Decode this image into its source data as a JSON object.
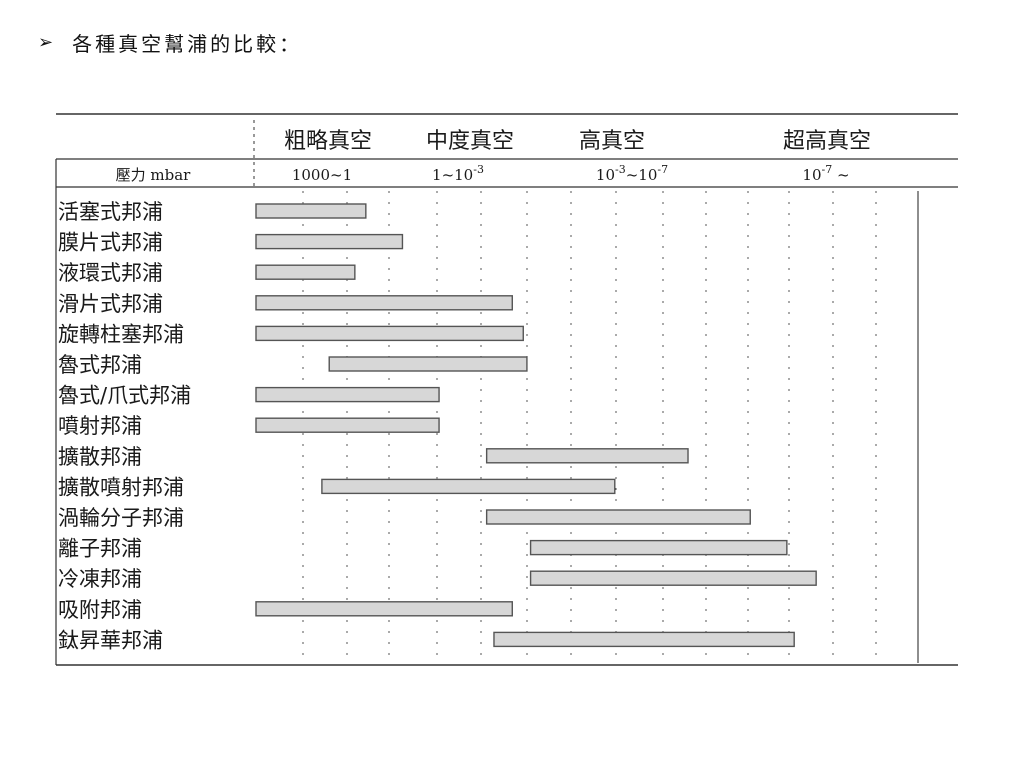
{
  "heading": {
    "bullet_icon": "arrowhead-bullet-icon",
    "text": "各種真空幫浦的比較："
  },
  "chart_data": {
    "type": "range-bar",
    "header_label": "壓力 mbar",
    "regions": [
      "粗略真空",
      "中度真空",
      "高真空",
      "超高真空"
    ],
    "pressure_columns": [
      {
        "base": "1000~1",
        "sup": ""
      },
      {
        "base": "1~10",
        "sup": "-3"
      },
      {
        "base": "10",
        "sup": "-3",
        "rest": "~10",
        "sup2": "-7"
      },
      {
        "base": "10",
        "sup": "-7",
        "rest": " ~",
        "sup2": ""
      }
    ],
    "x_axis": {
      "unit": "mbar",
      "log_scale": true,
      "from": "1000",
      "to": "below 1e-7",
      "lim_exponent": [
        3,
        -15
      ]
    },
    "pumps": [
      {
        "name": "活塞式邦浦",
        "range_exponent": [
          3,
          0
        ]
      },
      {
        "name": "膜片式邦浦",
        "range_exponent": [
          3,
          -1
        ]
      },
      {
        "name": "液環式邦浦",
        "range_exponent": [
          3,
          0.3
        ]
      },
      {
        "name": "滑片式邦浦",
        "range_exponent": [
          3,
          -4
        ]
      },
      {
        "name": "旋轉柱塞邦浦",
        "range_exponent": [
          3,
          -4.3
        ]
      },
      {
        "name": "魯式邦浦",
        "range_exponent": [
          1,
          -4.4
        ]
      },
      {
        "name": "魯式/爪式邦浦",
        "range_exponent": [
          3,
          -2
        ]
      },
      {
        "name": "噴射邦浦",
        "range_exponent": [
          3,
          -2
        ]
      },
      {
        "name": "擴散邦浦",
        "range_exponent": [
          -3.3,
          -8.8
        ]
      },
      {
        "name": "擴散噴射邦浦",
        "range_exponent": [
          1.2,
          -6.8
        ]
      },
      {
        "name": "渦輪分子邦浦",
        "range_exponent": [
          -3.3,
          -10.5
        ]
      },
      {
        "name": "離子邦浦",
        "range_exponent": [
          -4.5,
          -11.5
        ]
      },
      {
        "name": "冷凍邦浦",
        "range_exponent": [
          -4.5,
          -12.3
        ]
      },
      {
        "name": "吸附邦浦",
        "range_exponent": [
          3,
          -4
        ]
      },
      {
        "name": "鈦昇華邦浦",
        "range_exponent": [
          -3.5,
          -11.7
        ]
      }
    ]
  }
}
